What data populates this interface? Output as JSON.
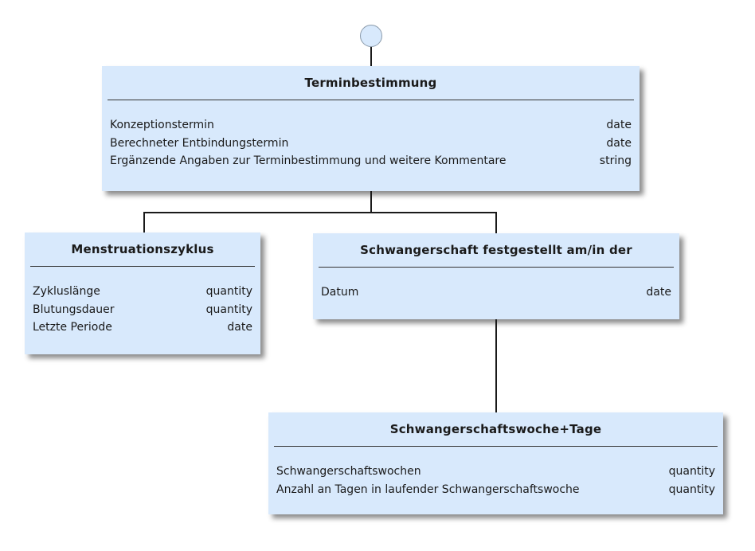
{
  "diagram": {
    "kind": "logical-model-tree",
    "colors": {
      "node_fill": "#d8e9fc",
      "connector": "#1a1a1a",
      "circle_border": "#8b9bab",
      "separator": "#333333",
      "text": "#1a1a1a"
    },
    "nodes": [
      {
        "id": "terminbestimmung",
        "title": "Terminbestimmung",
        "fields": [
          {
            "label": "Konzeptionstermin",
            "type": "date"
          },
          {
            "label": "Berechneter Entbindungstermin",
            "type": "date"
          },
          {
            "label": "Ergänzende Angaben zur Terminbestimmung und weitere Kommentare",
            "type": "string"
          }
        ]
      },
      {
        "id": "menstruationszyklus",
        "title": "Menstruationszyklus",
        "fields": [
          {
            "label": "Zykluslänge",
            "type": "quantity"
          },
          {
            "label": "Blutungsdauer",
            "type": "quantity"
          },
          {
            "label": "Letzte Periode",
            "type": "date"
          }
        ]
      },
      {
        "id": "schwangerschaft-festgestellt",
        "title": "Schwangerschaft festgestellt am/in der",
        "fields": [
          {
            "label": "Datum",
            "type": "date"
          }
        ]
      },
      {
        "id": "schwangerschaftswoche-tage",
        "title": "Schwangerschaftswoche+Tage",
        "fields": [
          {
            "label": "Schwangerschaftswochen",
            "type": "quantity"
          },
          {
            "label": "Anzahl an Tagen in laufender Schwangerschaftswoche",
            "type": "quantity"
          }
        ]
      }
    ]
  }
}
